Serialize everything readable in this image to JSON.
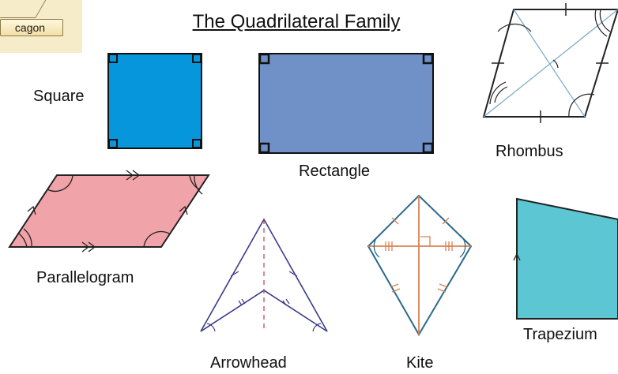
{
  "corner_button": {
    "label": "cagon"
  },
  "title": "The Quadrilateral Family",
  "shapes": {
    "square": {
      "label": "Square",
      "color": "#0696dc"
    },
    "rectangle": {
      "label": "Rectangle",
      "color": "#7090c8"
    },
    "rhombus": {
      "label": "Rhombus"
    },
    "parallelogram": {
      "label": "Parallelogram",
      "color": "#f0a3a8"
    },
    "arrowhead": {
      "label": "Arrowhead"
    },
    "kite": {
      "label": "Kite"
    },
    "trapezium": {
      "label": "Trapezium",
      "color": "#5cc7d3"
    }
  }
}
